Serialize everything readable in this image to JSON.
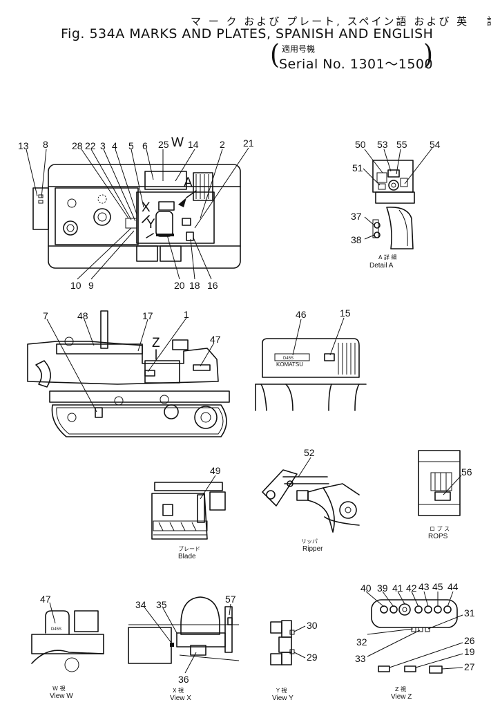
{
  "header": {
    "title_jp": "マ ー ク および プレート, スペイン語 および 英　 語",
    "title_en": "Fig. 534A MARKS AND PLATES, SPANISH AND ENGLISH",
    "serial_jp": "適用号機",
    "serial_en": "Serial No. 1301～1500"
  },
  "views": {
    "detail_a": {
      "jp": "A 詳 細",
      "en": "Detail A"
    },
    "blade": {
      "jp": "ブレード",
      "en": "Blade"
    },
    "ripper": {
      "jp": "リッパ",
      "en": "Ripper"
    },
    "rops": {
      "jp": "ロ プ ス",
      "en": "ROPS"
    },
    "view_w": {
      "jp": "W 視",
      "en": "View W"
    },
    "view_x": {
      "jp": "X 視",
      "en": "View X"
    },
    "view_y": {
      "jp": "Y 視",
      "en": "View Y"
    },
    "view_z": {
      "jp": "Z 視",
      "en": "View Z"
    }
  },
  "view_letters": {
    "a": "A",
    "w": "W",
    "x": "X",
    "y": "Y",
    "z": "Z"
  },
  "plate_text": {
    "komatsu": "KOMATSU",
    "model": "D45S"
  },
  "callouts": {
    "top_view": {
      "c13": "13",
      "c8": "8",
      "c28": "28",
      "c22": "22",
      "c3": "3",
      "c4": "4",
      "c5": "5",
      "c6": "6",
      "c25": "25",
      "c14": "14",
      "c2": "2",
      "c21": "21",
      "c10": "10",
      "c9": "9",
      "c20": "20",
      "c18": "18",
      "c16": "16"
    },
    "detail_a": {
      "c50": "50",
      "c53": "53",
      "c55": "55",
      "c54": "54",
      "c51": "51",
      "c37": "37",
      "c38": "38"
    },
    "side_view": {
      "c7": "7",
      "c48": "48",
      "c17": "17",
      "c1": "1",
      "c47": "47"
    },
    "hood": {
      "c46": "46",
      "c15": "15"
    },
    "blade": {
      "c49": "49"
    },
    "ripper": {
      "c52": "52"
    },
    "rops": {
      "c56": "56"
    },
    "view_w": {
      "c47": "47"
    },
    "view_x": {
      "c34": "34",
      "c35": "35",
      "c57": "57",
      "c36": "36"
    },
    "view_y": {
      "c30": "30",
      "c29": "29"
    },
    "view_z": {
      "c40": "40",
      "c39": "39",
      "c41": "41",
      "c42": "42",
      "c43": "43",
      "c45": "45",
      "c44": "44",
      "c31": "31",
      "c32": "32",
      "c33": "33",
      "c26": "26",
      "c19": "19",
      "c27": "27"
    }
  }
}
